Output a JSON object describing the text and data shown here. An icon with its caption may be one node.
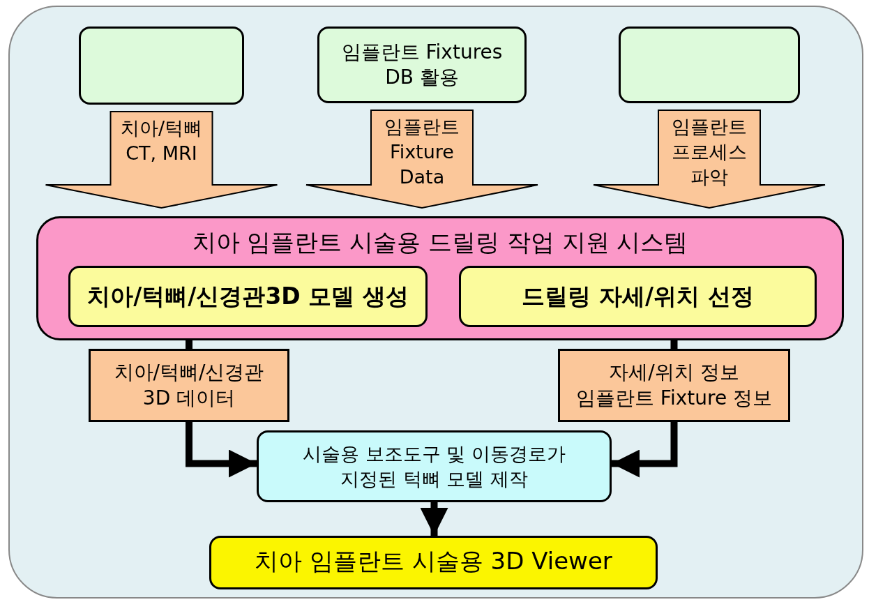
{
  "diagram": {
    "nodes": [
      {
        "text": [],
        "shape": "box"
      },
      {
        "text": [
          "임플란트 Fixtures DB 활용"
        ]
      },
      {
        "text": [],
        "shape": "box"
      },
      {
        "text": [
          "치아 임플란트 시술용 드릴링 작업 지원 시스템"
        ]
      },
      {
        "text": [
          "치아/턱뼈/신경관3D 모델 생성"
        ],
        "in": 3
      },
      {
        "text": [
          "드릴링 자세/위치 선정"
        ],
        "in": 3
      },
      {
        "text": [
          "치아/턱뼈/신경관 3D 데이터"
        ]
      },
      {
        "text": [
          "자세/위치 정보 임플란트 Fixture 정보"
        ]
      },
      {
        "text": [
          "시술용 보조도구 및 이동경로가 지정된 턱뼈 모델 제작"
        ]
      },
      {
        "text": [
          "치아 임플란트 시술용 3D Viewer"
        ]
      }
    ],
    "edges": [
      {
        "from": 0,
        "to": 3,
        "arrow": "to",
        "label": "치아/턱뼈 CT, MRI"
      },
      {
        "from": 1,
        "to": 3,
        "arrow": "to",
        "label": "임플란트 Fixture Data"
      },
      {
        "from": 2,
        "to": 3,
        "arrow": "to",
        "label": "임플란트 프로세스 파악"
      },
      {
        "from": 4,
        "to": 6,
        "arrow": "none"
      },
      {
        "from": 6,
        "to": 8,
        "arrow": "to"
      },
      {
        "from": 5,
        "to": 7,
        "arrow": "none"
      },
      {
        "from": 7,
        "to": 8,
        "arrow": "to"
      },
      {
        "from": 8,
        "to": 9,
        "arrow": "to"
      }
    ]
  }
}
